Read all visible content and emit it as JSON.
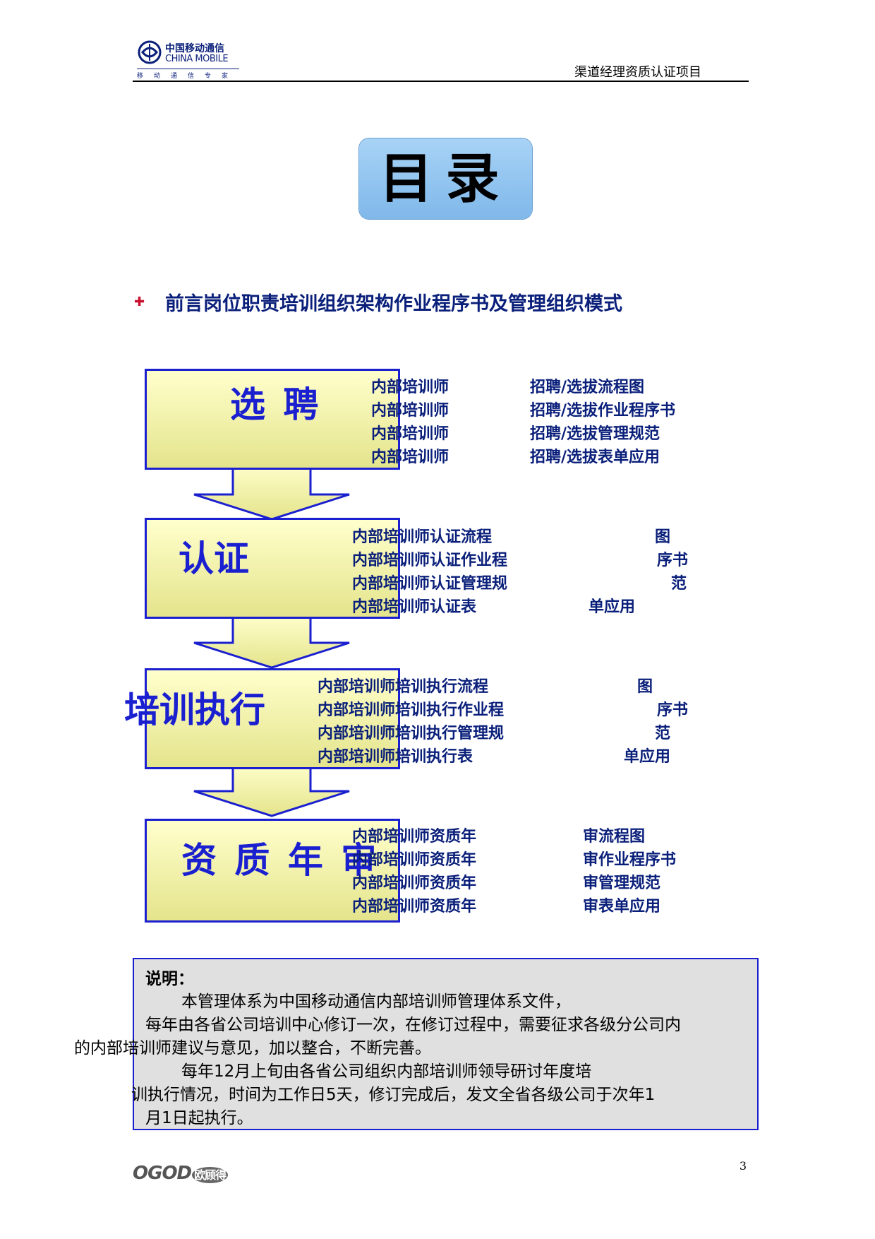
{
  "header": {
    "logo_cn": "中国移动通信",
    "logo_en": "CHINA MOBILE",
    "logo_tagline": "移动通信专家",
    "title": "渠道经理资质认证项目"
  },
  "toc": {
    "title": "目录"
  },
  "intro": {
    "text": "前言岗位职责培训组织架构作业程序书及管理组织模式"
  },
  "steps": [
    {
      "label": "选 聘",
      "left_lines": [
        "内部培训师",
        "内部培训师",
        "内部培训师",
        "内部培训师"
      ],
      "right_lines": [
        "招聘/选拔流程图",
        "招聘/选拔作业程序书",
        "招聘/选拔管理规范",
        "招聘/选拔表单应用"
      ]
    },
    {
      "label": "认证",
      "left_lines": [
        "内部培训师认证流程",
        "内部培训师认证作业程",
        "内部培训师认证管理规",
        "内部培训师认证表"
      ],
      "right_lines": [
        "图",
        "序书",
        "范",
        "单应用"
      ]
    },
    {
      "label": "培训执行",
      "left_lines": [
        "内部培训师培训执行流程",
        "内部培训师培训执行作业程",
        "内部培训师培训执行管理规",
        "内部培训师培训执行表"
      ],
      "right_lines": [
        "图",
        "序书",
        "范",
        "单应用"
      ]
    },
    {
      "label": "资 质 年 审",
      "left_lines": [
        "内部培训师资质年",
        "内部培训师资质年",
        "内部培训师资质年",
        "内部培训师资质年"
      ],
      "right_lines": [
        "审流程图",
        "审作业程序书",
        "审管理规范",
        "审表单应用"
      ]
    }
  ],
  "note": {
    "heading": "说明：",
    "line1": "本管理体系为中国移动通信内部培训师管理体系文件，",
    "line2": "每年由各省公司培训中心修订一次，在修订过程中，需要征求各级分公司内",
    "line3": "的内部培训师建议与意见，加以整合，不断完善。",
    "line4": "每年12月上旬由各省公司组织内部培训师领导研讨年度培",
    "line5": "训执行情况，时间为工作日5天，修订完成后，发文全省各级公司于次年1",
    "line6": "月1日起执行。"
  },
  "footer": {
    "logo_text": "OGOD",
    "logo_cn": "欧顾得",
    "page_number": "3"
  }
}
